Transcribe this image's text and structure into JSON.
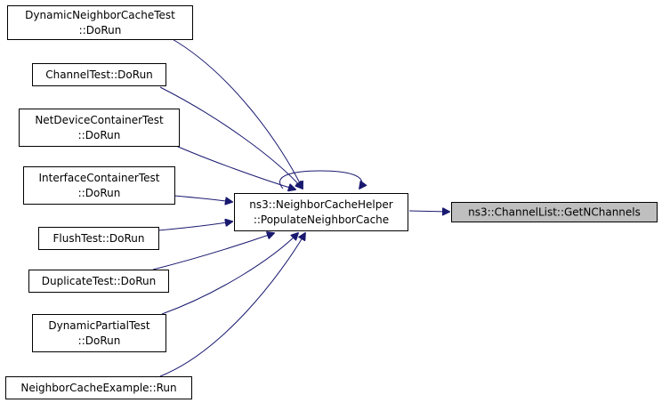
{
  "colors": {
    "edge": "#191970",
    "node_border": "#000000",
    "highlight_fill": "#bfbfbf",
    "background": "#ffffff"
  },
  "nodes": [
    {
      "id": "dyn_nc_test",
      "lines": [
        "DynamicNeighborCacheTest",
        "::DoRun"
      ]
    },
    {
      "id": "channel_test",
      "lines": [
        "ChannelTest::DoRun"
      ]
    },
    {
      "id": "netdev_test",
      "lines": [
        "NetDeviceContainerTest",
        "::DoRun"
      ]
    },
    {
      "id": "iface_test",
      "lines": [
        "InterfaceContainerTest",
        "::DoRun"
      ]
    },
    {
      "id": "flush_test",
      "lines": [
        "FlushTest::DoRun"
      ]
    },
    {
      "id": "dup_test",
      "lines": [
        "DuplicateTest::DoRun"
      ]
    },
    {
      "id": "dyn_partial_test",
      "lines": [
        "DynamicPartialTest",
        "::DoRun"
      ]
    },
    {
      "id": "nc_example",
      "lines": [
        "NeighborCacheExample::Run"
      ]
    },
    {
      "id": "populate",
      "lines": [
        "ns3::NeighborCacheHelper",
        "::PopulateNeighborCache"
      ]
    },
    {
      "id": "get_nchannels",
      "lines": [
        "ns3::ChannelList::GetNChannels"
      ],
      "highlight": true
    }
  ],
  "edges": [
    {
      "from": "dyn_nc_test",
      "to": "populate"
    },
    {
      "from": "channel_test",
      "to": "populate"
    },
    {
      "from": "netdev_test",
      "to": "populate"
    },
    {
      "from": "iface_test",
      "to": "populate"
    },
    {
      "from": "flush_test",
      "to": "populate"
    },
    {
      "from": "dup_test",
      "to": "populate"
    },
    {
      "from": "dyn_partial_test",
      "to": "populate"
    },
    {
      "from": "nc_example",
      "to": "populate"
    },
    {
      "from": "populate",
      "to": "populate"
    },
    {
      "from": "populate",
      "to": "get_nchannels"
    }
  ]
}
